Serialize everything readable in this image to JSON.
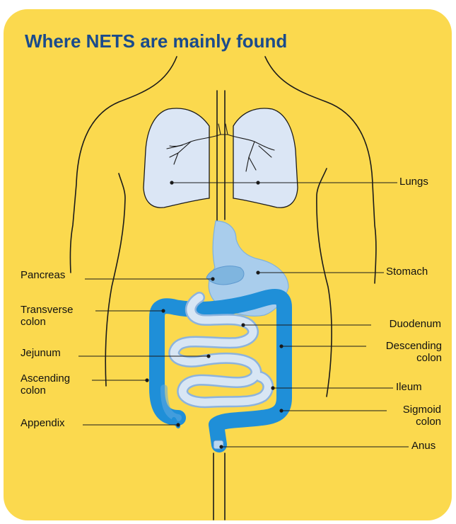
{
  "title": "Where NETS are mainly found",
  "labels": {
    "lungs": "Lungs",
    "pancreas": "Pancreas",
    "stomach": "Stomach",
    "transverse_colon": [
      "Transverse",
      "colon"
    ],
    "duodenum": "Duodenum",
    "descending_colon": [
      "Descending",
      "colon"
    ],
    "jejunum": "Jejunum",
    "ascending_colon": [
      "Ascending",
      "colon"
    ],
    "ileum": "Ileum",
    "appendix": "Appendix",
    "sigmoid_colon": [
      "Sigmoid",
      "colon"
    ],
    "anus": "Anus"
  },
  "colors": {
    "background": "#fbd94e",
    "title": "#1a4b8c",
    "lungs": "#dbe6f5",
    "stomach": "#a9cdec",
    "colon": "#1f8fd8",
    "small_intestine": "#d8e6f4"
  }
}
